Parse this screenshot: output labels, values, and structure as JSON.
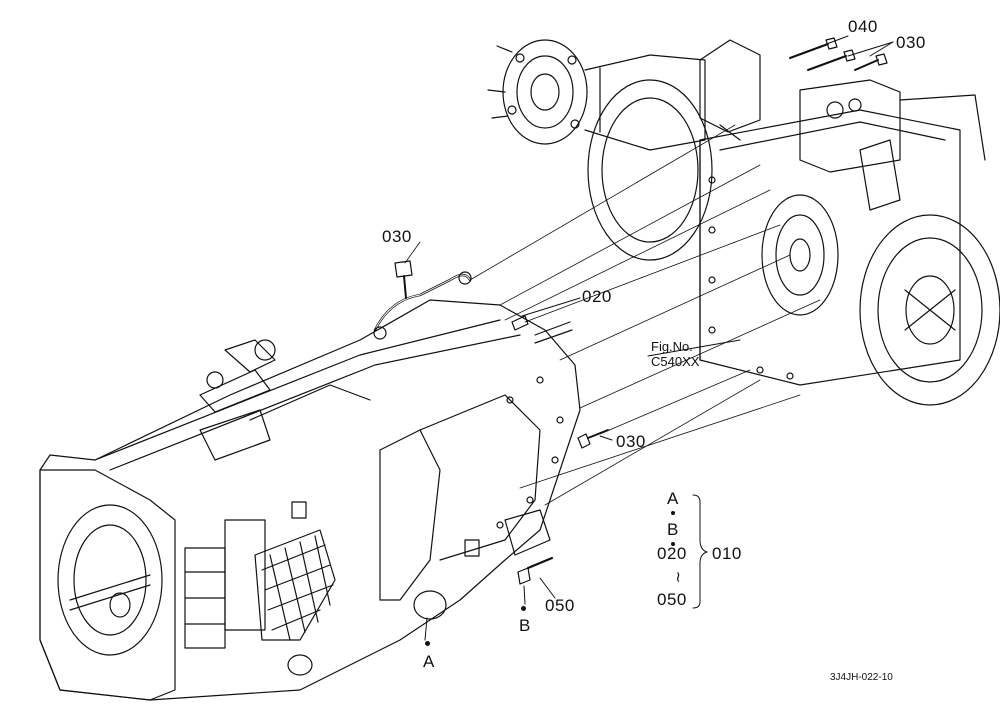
{
  "callouts": {
    "c040": "040",
    "c030_top": "030",
    "c030_left": "030",
    "c020": "020",
    "c030_mid": "030",
    "c050": "050",
    "pointA": "A",
    "pointB": "B"
  },
  "figure_ref": {
    "line1": "Fig.No.",
    "line2": "C540XX"
  },
  "legend": {
    "a": "A",
    "b": "B",
    "from": "020",
    "to": "050",
    "assembly": "010"
  },
  "drawing_code": "3J4JH-022-10"
}
